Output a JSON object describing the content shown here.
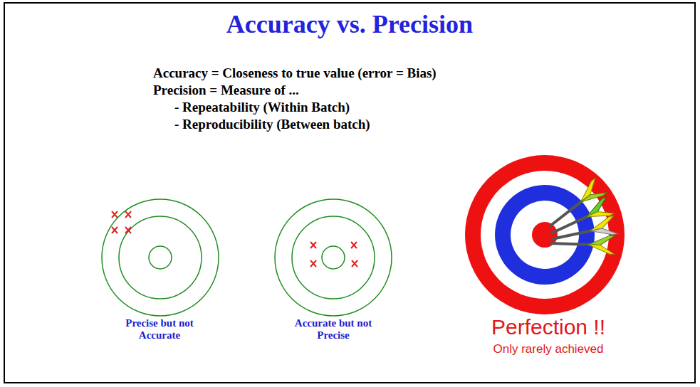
{
  "diagram": {
    "title": "Accuracy vs. Precision",
    "labels": [
      "Accuracy = Closeness to true value (error = Bias)",
      "Precision = Measure of ...",
      "- Repeatability (Within Batch)",
      "- Reproducibility (Between batch)",
      "Precise but not Accurate",
      "Accurate but not Precise",
      "Perfection !!",
      "Only rarely achieved"
    ]
  }
}
